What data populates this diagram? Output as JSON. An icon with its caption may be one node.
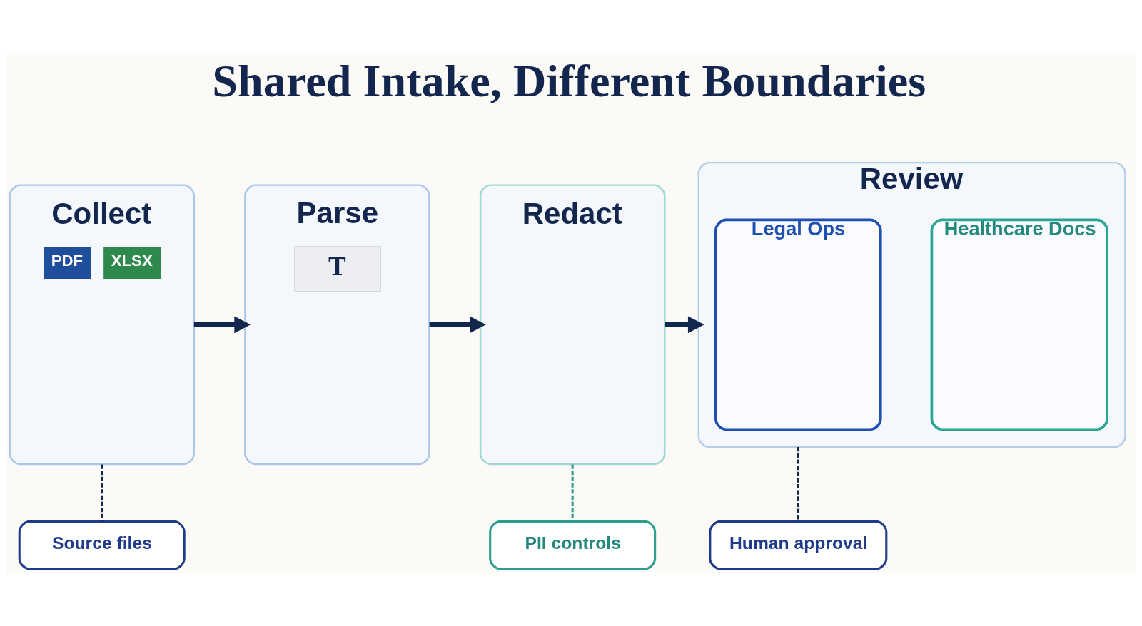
{
  "diagram": {
    "title": "Shared Intake, Different Boundaries",
    "nodes": [
      {
        "text": [
          "Collect",
          "PDF",
          "XLSX"
        ]
      },
      {
        "text": [
          "Parse",
          "T"
        ]
      },
      {
        "text": [
          "Redact"
        ]
      },
      {
        "text": [
          "Review"
        ]
      },
      {
        "text": [
          "Legal Ops"
        ],
        "in": 3
      },
      {
        "text": [
          "Healthcare Docs"
        ],
        "in": 3
      },
      {
        "text": [
          "Source files"
        ]
      },
      {
        "text": [
          "PII controls"
        ]
      },
      {
        "text": [
          "Human approval"
        ]
      }
    ],
    "edges": [
      {
        "from": 0,
        "to": 1,
        "arrow": "to",
        "style": "thick"
      },
      {
        "from": 1,
        "to": 2,
        "arrow": "to",
        "style": "thick"
      },
      {
        "from": 2,
        "to": 3,
        "arrow": "to",
        "style": "thick"
      },
      {
        "from": 0,
        "to": 6,
        "arrow": "none",
        "style": "dashed"
      },
      {
        "from": 2,
        "to": 7,
        "arrow": "none",
        "style": "dashed",
        "color": "#2a9d8f"
      },
      {
        "from": 3,
        "to": 8,
        "arrow": "none",
        "style": "dashed"
      }
    ]
  }
}
